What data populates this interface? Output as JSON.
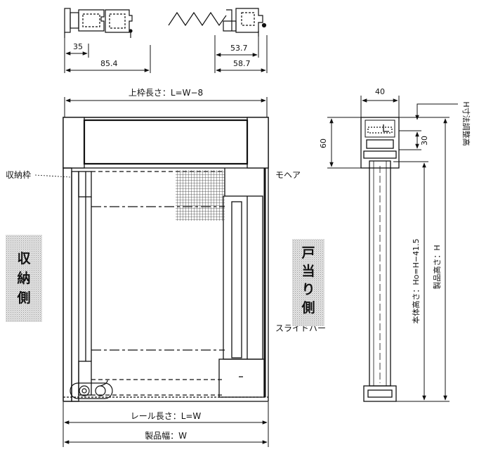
{
  "top_profile": {
    "dim_35": "35",
    "dim_85_4": "85.4",
    "dim_53_7": "53.7",
    "dim_58_7": "58.7"
  },
  "front_view": {
    "top_frame_length": "上枠長さ：L=W−8",
    "rail_length": "レール長さ：L=W",
    "product_width": "製品幅：W",
    "storage_frame": "収納枠",
    "mohair": "モヘア",
    "slide_bar": "スライドバー",
    "storage_side": [
      "収",
      "納",
      "側"
    ],
    "door_stop_side": [
      "戸",
      "当",
      "り",
      "側"
    ]
  },
  "side_view": {
    "dim_40": "40",
    "dim_60": "60",
    "dim_30": "30",
    "h_adjust": "H寸法調整高",
    "body_height": "本体高さ：Ho=H−41.5",
    "product_height": "製品高さ：H"
  },
  "colors": {
    "line": "#111111",
    "hatch_bg": "#d8d8d8",
    "mesh": "#333333"
  }
}
